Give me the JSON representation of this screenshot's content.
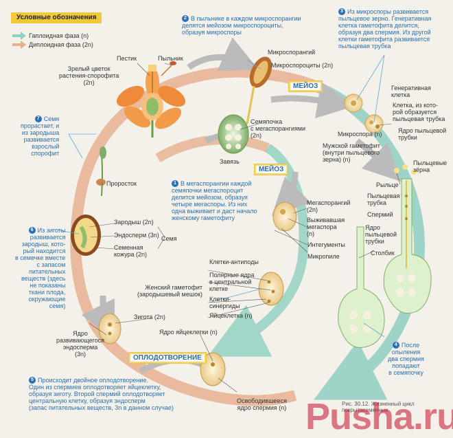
{
  "legend": {
    "title": "Условные обозначения",
    "haploid": "Гаплоидная фаза (n)",
    "diploid": "Диплоидная фаза (2n)",
    "haploid_color": "#8fd0c2",
    "diploid_color": "#e6b08f"
  },
  "stages": {
    "meiosis1": "МЕЙОЗ",
    "meiosis2": "МЕЙОЗ",
    "fertilization": "ОПЛОДОТВОРЕНИЕ"
  },
  "steps": {
    "s1": {
      "n": "1",
      "lines": [
        "В мегаспорангии каждой",
        "семяпочки мегаспороцит",
        "делится мейозом, образуя",
        "четыре мегаспоры. Из них",
        "одна выживает и даст начало",
        "женскому гаметофиту"
      ]
    },
    "s2": {
      "n": "2",
      "lines": [
        "В пыльнике в каждом микроспорангии",
        "делятся мейозом микроспороциты,",
        "образуя микроспоры"
      ]
    },
    "s3": {
      "n": "3",
      "lines": [
        "Из микроспоры развивается",
        "пыльцевое зерно. Генеративная",
        "клетка гаметофита делится,",
        "образуя два спермия. Из другой",
        "клетки гаметофита развивается",
        "пыльцевая трубка"
      ]
    },
    "s4": {
      "n": "4",
      "lines": [
        "После",
        "опыления",
        "два спермия",
        "попадают",
        "в семяпочку"
      ]
    },
    "s5": {
      "n": "5",
      "lines": [
        "Происходит двойное оплодотворение.",
        "Один из спермиев оплодотворяет яйцеклетку,",
        "образуя зиготу. Второй спермий оплодотворяет",
        "центральную клетку, образуя эндосперм",
        "(запас питательных веществ, 3n в данном случае)"
      ]
    },
    "s6": {
      "n": "6",
      "lines": [
        "Из зиготы",
        "развивается",
        "зародыш, кото-",
        "рый находится",
        "в семечке вместе",
        "с запасом",
        "питательных",
        "веществ (здесь",
        "не показаны",
        "ткани плода,",
        "окружающие",
        "семя)"
      ]
    },
    "s7": {
      "n": "7",
      "lines": [
        "Семя",
        "прорастает, и",
        "из зародыша",
        "развивается",
        "взрослый",
        "спорофит"
      ]
    }
  },
  "labels": {
    "pistil": "Пестик",
    "anther": "Пыльник",
    "flower": [
      "Зрелый цветок",
      "растения-спорофита",
      "(2n)"
    ],
    "microsporangium": "Микроспорангий",
    "microsporocytes": "Микроспороциты (2n)",
    "ovule": [
      "Семяпочка",
      "с мегаспорангиями",
      "(2n)"
    ],
    "ovary": "Завязь",
    "microspore": "Микроспора (n)",
    "male_gametophyte": [
      "Мужской гаметофит",
      "(внутри пыльцевого",
      "зерна) (n)"
    ],
    "generative_cell": [
      "Генеративная",
      "клетка"
    ],
    "tube_cell": [
      "Клетка, из кото-",
      "рой образуется",
      "пыльцевая трубка"
    ],
    "tube_nucleus": [
      "Ядро пыльцевой",
      "трубки"
    ],
    "pollen_grains": [
      "Пыльцевые",
      "зёрна"
    ],
    "stigma": "Рыльце",
    "pollen_tube": [
      "Пыльцевая",
      "трубка"
    ],
    "sperm": "Спермий",
    "tube_nucleus2": [
      "Ядро",
      "пыльцевой",
      "трубки"
    ],
    "style": "Столбик",
    "megasporangium": [
      "Мегаспорангий",
      "(2n)"
    ],
    "surviving_megaspore": [
      "Выживавшая",
      "мегаспора",
      "(n)"
    ],
    "integuments": "Интегументы",
    "micropyle": "Микропиле",
    "antipodals": "Клетки-антиподы",
    "polar_nuclei": [
      "Полярные ядра",
      "в центральной",
      "клетке"
    ],
    "synergids": [
      "Клетки-",
      "синергиды"
    ],
    "egg": "Яйцеклетка (n)",
    "female_gametophyte": [
      "Женский гаметофит",
      "(зародышевый мешок)"
    ],
    "egg_nucleus": "Ядро яйцеклетки (n)",
    "released_sperm": [
      "Освободившееся",
      "ядро спермия (n)"
    ],
    "zygote": "Зигота (2n)",
    "endosperm_nucleus": [
      "Ядро",
      "развивающегося",
      "эндосперма",
      "(3n)"
    ],
    "embryo": "Зародыш (2n)",
    "endosperm": "Эндосперм (3n)",
    "seed_coat": [
      "Семенная",
      "кожура (2n)"
    ],
    "seed": "Семя",
    "seedling": "Проросток"
  },
  "caption": [
    "Рис. 30.12. Жизненный цикл",
    "покрытосеменных"
  ],
  "watermark": "Pusha.ru"
}
